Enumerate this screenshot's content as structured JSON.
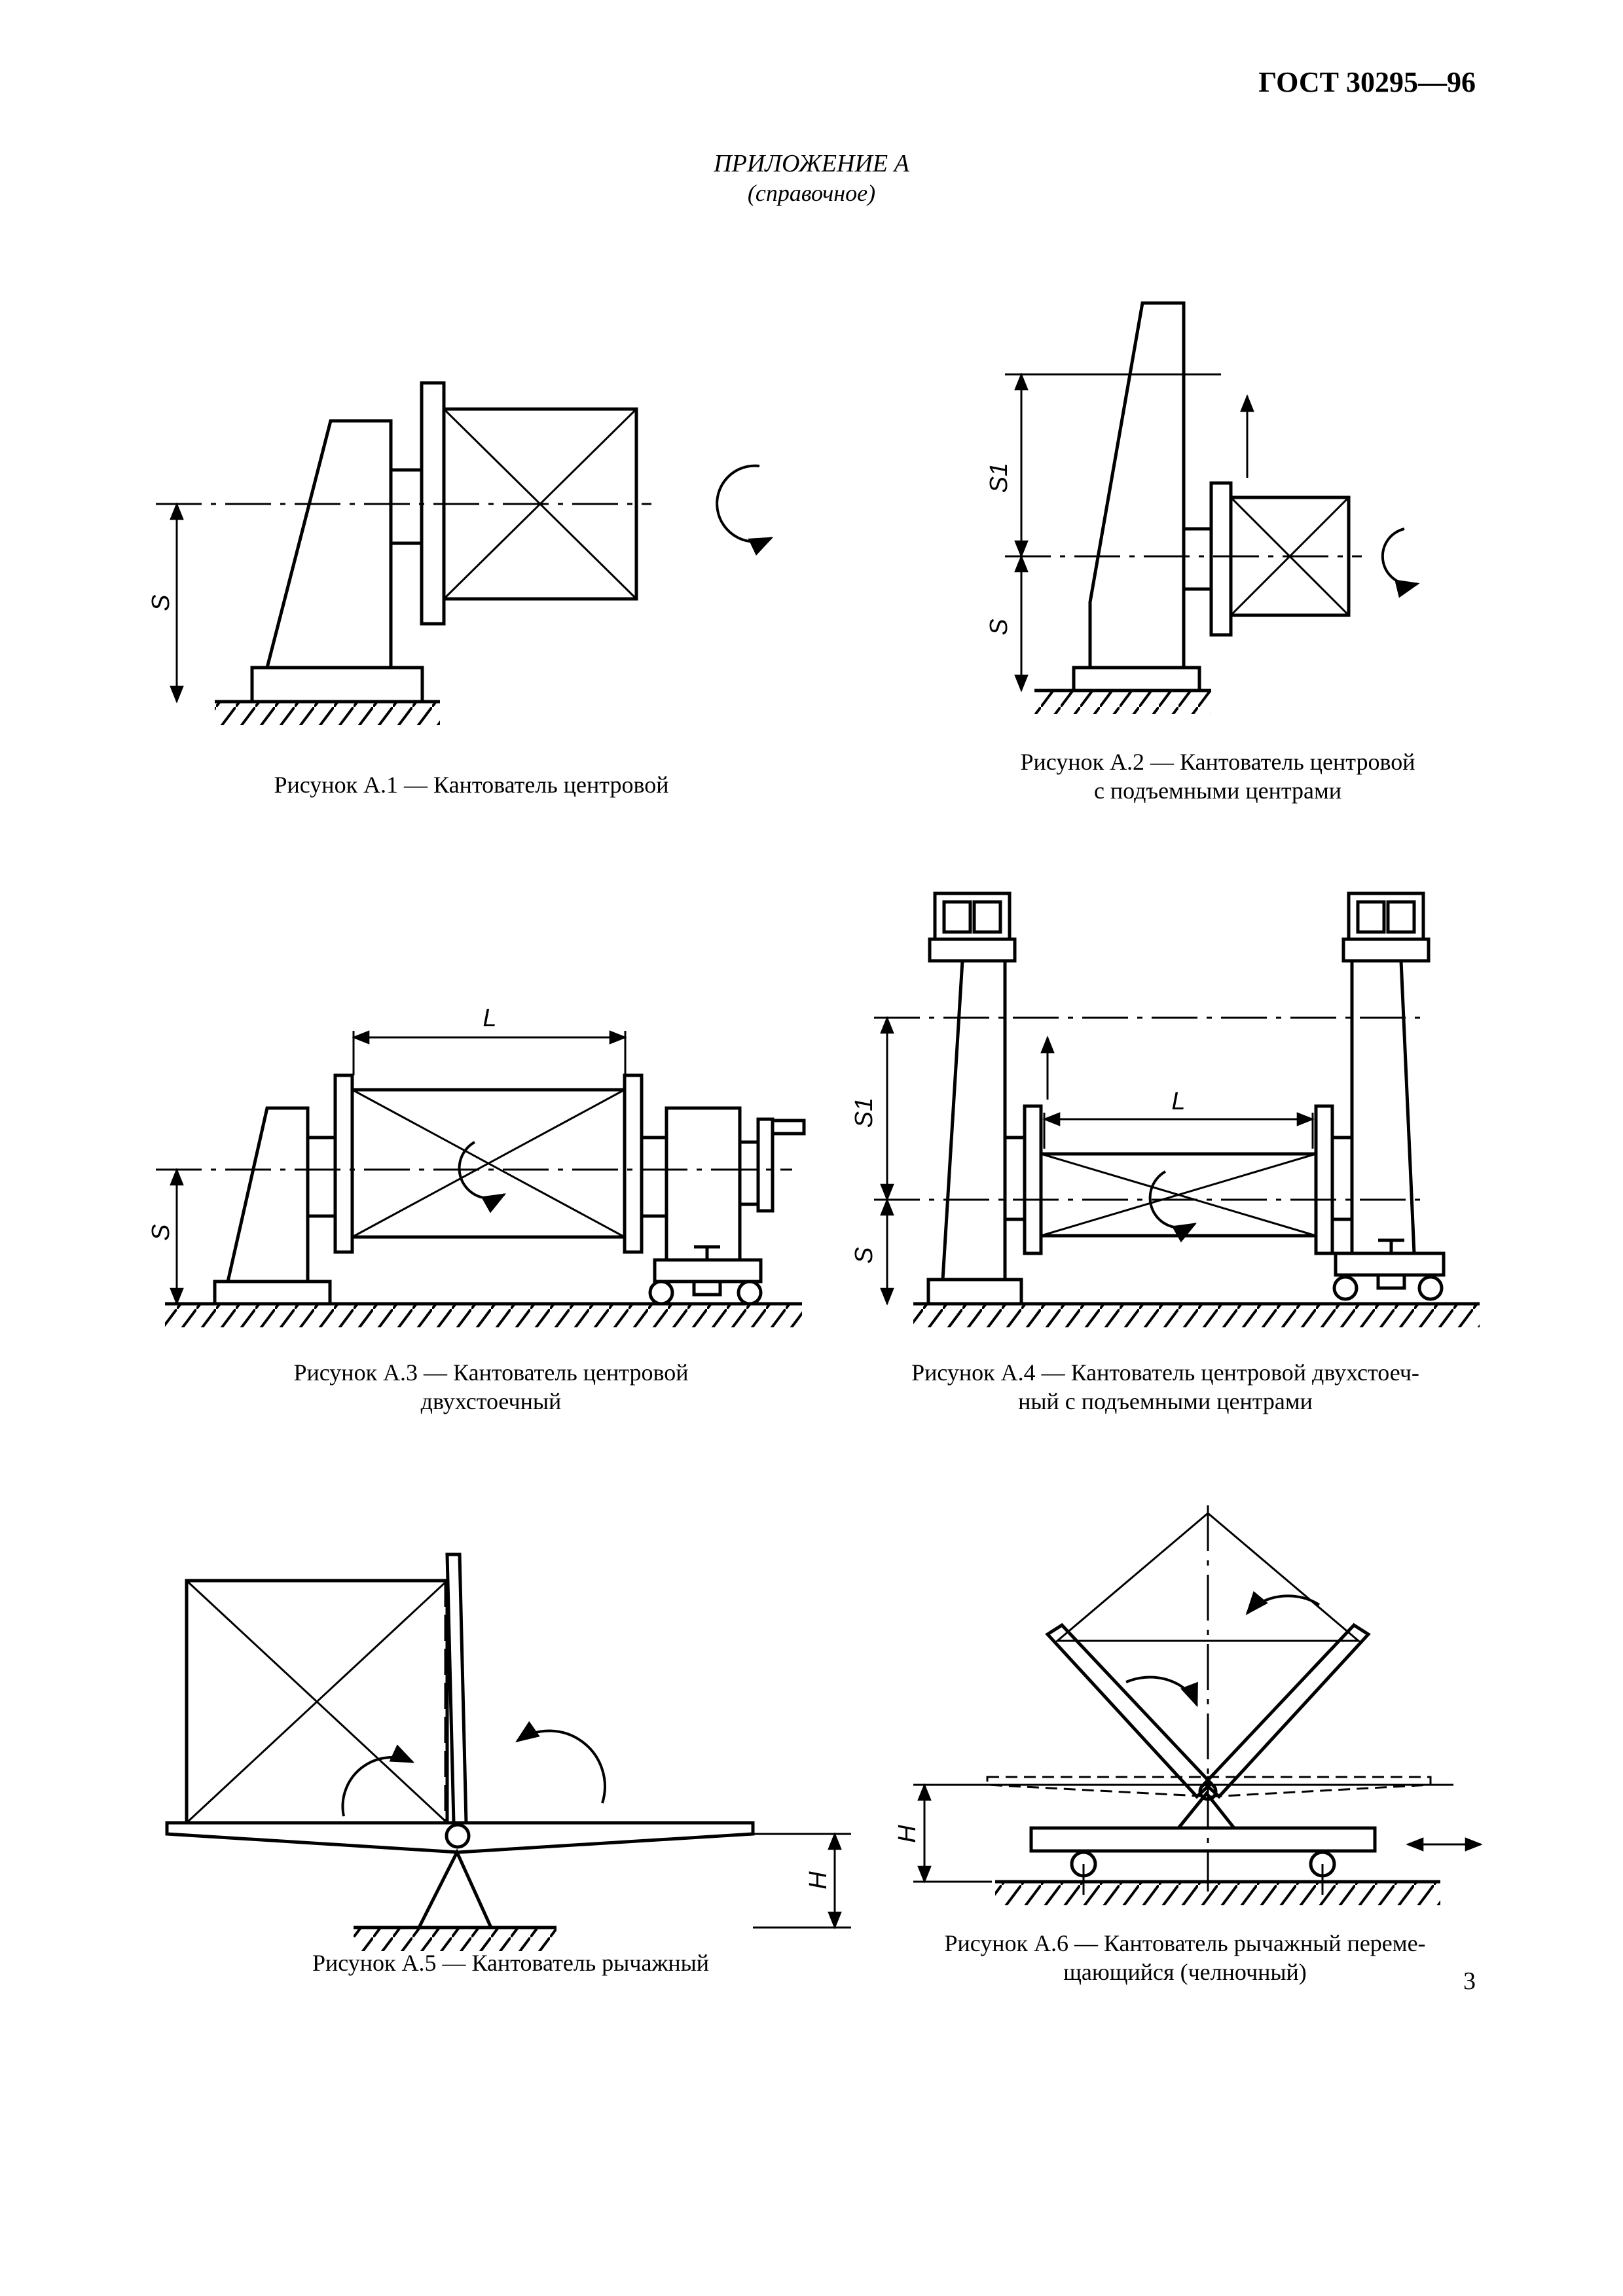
{
  "header": {
    "standard_code": "ГОСТ 30295—96"
  },
  "appendix": {
    "title": "ПРИЛОЖЕНИЕ А",
    "subtitle": "(справочное)"
  },
  "figures": [
    {
      "caption_lines": [
        "Рисунок А.1 — Кантователь центровой"
      ],
      "dims": [
        "S"
      ]
    },
    {
      "caption_lines": [
        "Рисунок А.2 — Кантователь центровой",
        "с подъемными центрами"
      ],
      "dims": [
        "S1",
        "S"
      ]
    },
    {
      "caption_lines": [
        "Рисунок А.3 — Кантователь центровой",
        "двухстоечный"
      ],
      "dims": [
        "L",
        "S"
      ]
    },
    {
      "caption_lines": [
        "Рисунок А.4 — Кантователь центровой двухстоеч-",
        "ный с подъемными центрами"
      ],
      "dims": [
        "L",
        "S1",
        "S"
      ]
    },
    {
      "caption_lines": [
        "Рисунок А.5 — Кантователь рычажный"
      ],
      "dims": [
        "H"
      ]
    },
    {
      "caption_lines": [
        "Рисунок А.6 — Кантователь рычажный переме-",
        "щающийся (челночный)"
      ],
      "dims": [
        "H"
      ]
    }
  ],
  "page_number": "3"
}
